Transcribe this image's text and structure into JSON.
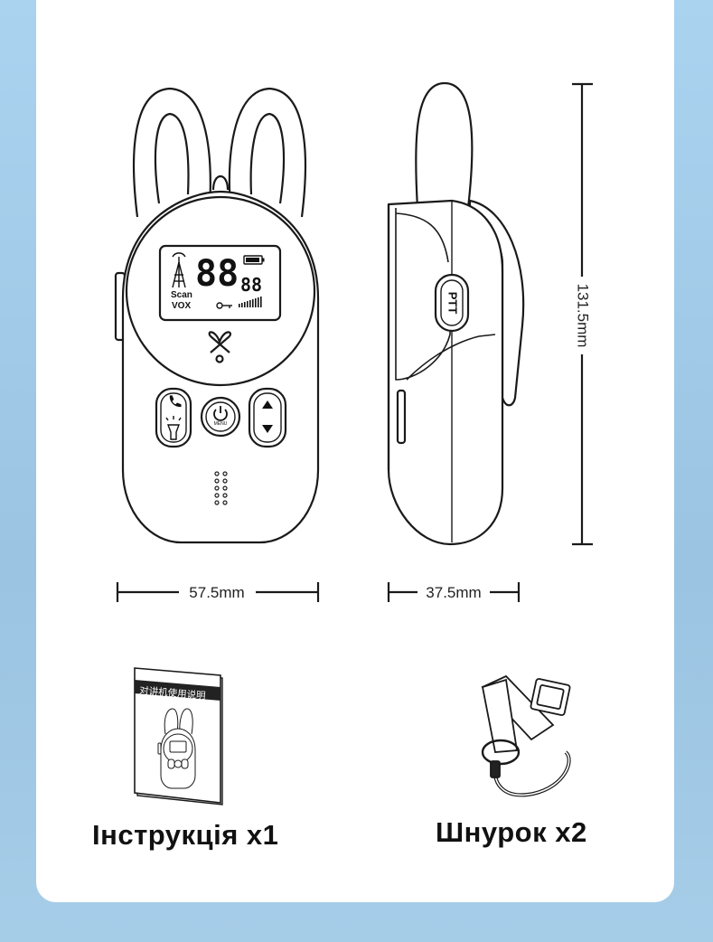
{
  "dimensions": {
    "front_width": "57.5mm",
    "side_width": "37.5mm",
    "height": "131.5mm"
  },
  "lcd": {
    "digits_large": "88",
    "digits_small": "88",
    "scan": "Scan",
    "vox": "VOX"
  },
  "buttons": {
    "menu_label": "MENU",
    "ptt_label": "PTT"
  },
  "items": [
    {
      "label": "Інструкція x1"
    },
    {
      "label": "Шнурок x2"
    }
  ],
  "manual_cover_title": "对讲机使用说明",
  "colors": {
    "background": "#a9d3ef",
    "card": "#ffffff",
    "line": "#1a1a1a"
  }
}
